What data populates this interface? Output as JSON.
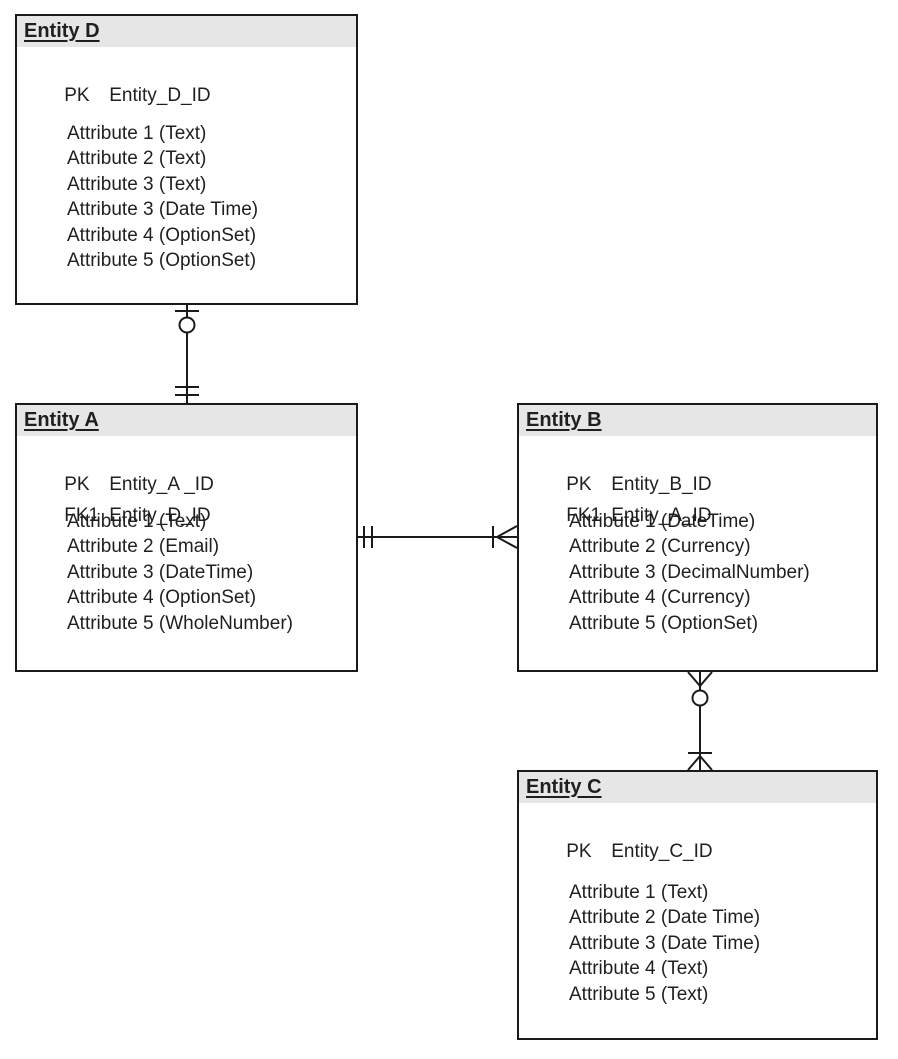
{
  "entities": [
    {
      "title": "Entity D",
      "keys": [
        {
          "tag": "PK",
          "name": "Entity_D_ID"
        }
      ],
      "attributes": [
        "Attribute 1 (Text)",
        "Attribute 2 (Text)",
        "Attribute 3 (Text)",
        "Attribute 3 (Date Time)",
        "Attribute 4 (OptionSet)",
        "Attribute 5 (OptionSet)"
      ]
    },
    {
      "title": "Entity A",
      "keys": [
        {
          "tag": "PK",
          "name": "Entity_A _ID"
        },
        {
          "tag": "FK1",
          "name": "Entity_D_ID"
        }
      ],
      "attributes": [
        "Attribute 1 (Text)",
        "Attribute 2 (Email)",
        "Attribute 3 (DateTime)",
        "Attribute 4 (OptionSet)",
        "Attribute 5 (WholeNumber)"
      ]
    },
    {
      "title": "Entity B",
      "keys": [
        {
          "tag": "PK",
          "name": "Entity_B_ID"
        },
        {
          "tag": "FK1",
          "name": "Entity_A_ID"
        }
      ],
      "attributes": [
        "Attribute 1 (DateTime)",
        "Attribute 2 (Currency)",
        "Attribute 3 (DecimalNumber)",
        "Attribute 4 (Currency)",
        "Attribute 5 (OptionSet)"
      ]
    },
    {
      "title": "Entity C",
      "keys": [
        {
          "tag": "PK",
          "name": "Entity_C_ID"
        }
      ],
      "attributes": [
        "Attribute 1 (Text)",
        "Attribute 2 (Date Time)",
        "Attribute 3 (Date Time)",
        "Attribute 4 (Text)",
        "Attribute 5 (Text)"
      ]
    }
  ],
  "relationships": [
    {
      "from": "Entity D",
      "to": "Entity A",
      "from_cardinality": "zero or one",
      "to_cardinality": "one and only one"
    },
    {
      "from": "Entity A",
      "to": "Entity B",
      "from_cardinality": "one and only one",
      "to_cardinality": "one or many"
    },
    {
      "from": "Entity B",
      "to": "Entity C",
      "from_cardinality": "zero or many",
      "to_cardinality": "one or many"
    }
  ],
  "colors": {
    "header_fill": "#e6e6e6",
    "line": "#1a1a1a",
    "text": "#1f1f1f",
    "background": "#ffffff"
  }
}
